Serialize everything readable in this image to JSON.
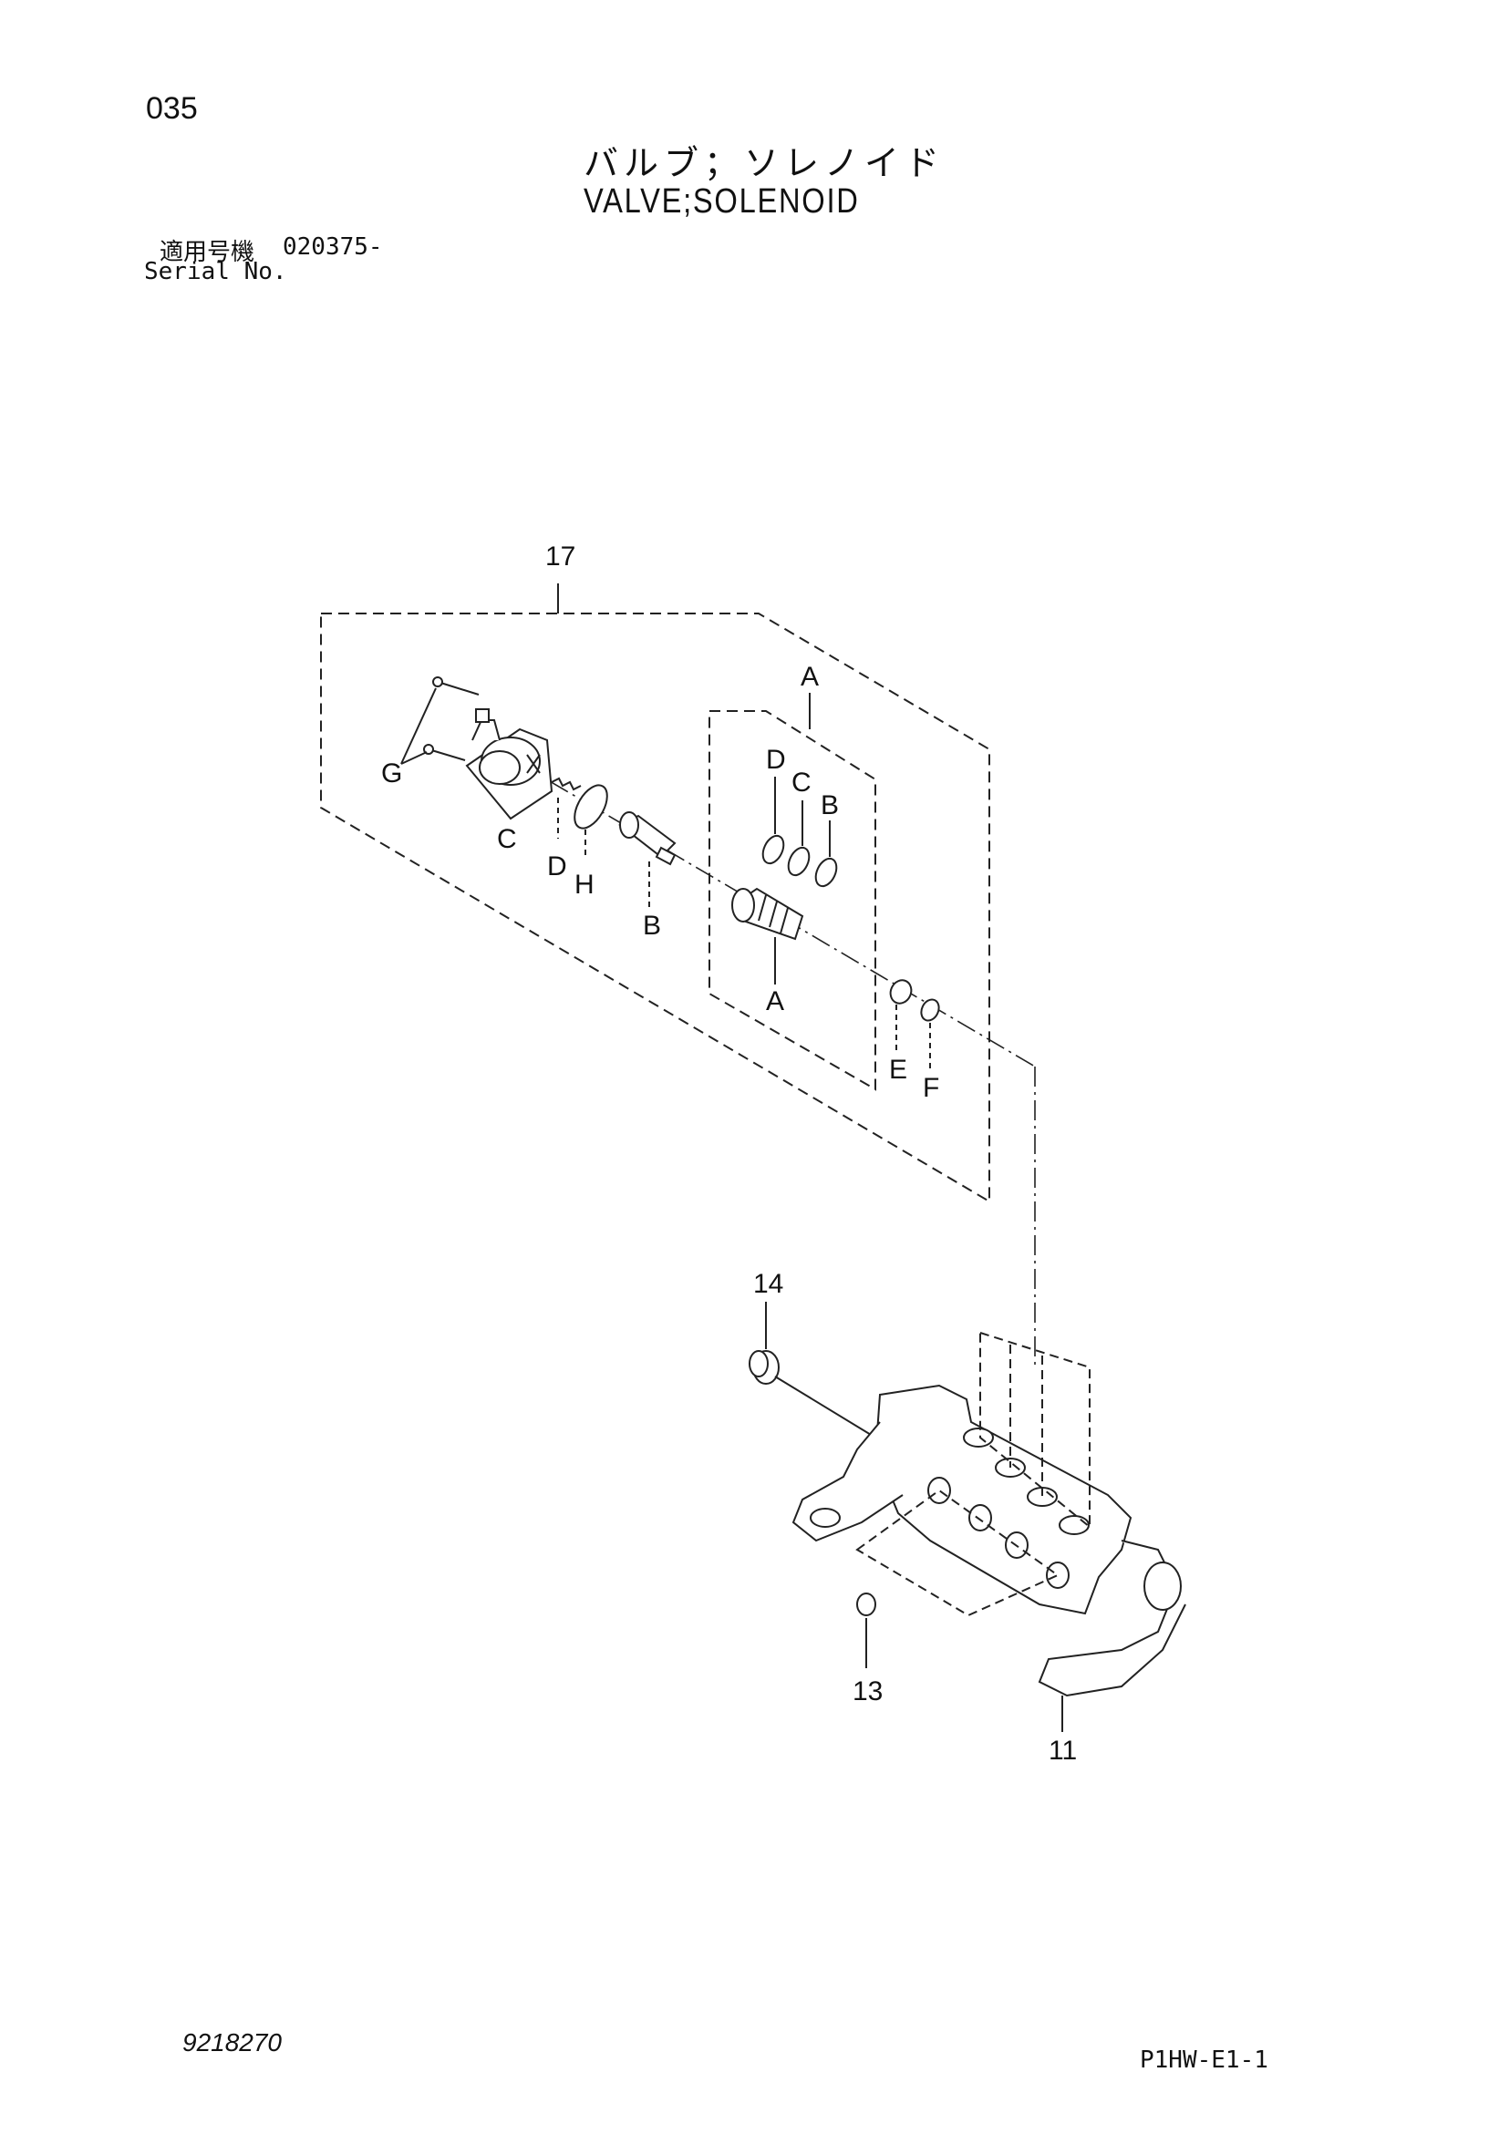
{
  "header": {
    "page_number": "035",
    "title_jp": "バルブ；ソレノイド",
    "title_en": "VALVE;SOLENOID",
    "serial_label_jp": "適用号機",
    "serial_value": "020375-",
    "serial_label_en": "Serial No."
  },
  "callouts": {
    "c17": "17",
    "a_top": "A",
    "a_bottom": "A",
    "b_seal": "B",
    "b_spool": "B",
    "c_seal": "C",
    "c_sol": "C",
    "d_seal": "D",
    "d_pin": "D",
    "e": "E",
    "f": "F",
    "g": "G",
    "h": "H",
    "c14": "14",
    "c13": "13",
    "c11": "11"
  },
  "footer": {
    "doc_number": "9218270",
    "page_code": "P1HW-E1-1"
  }
}
